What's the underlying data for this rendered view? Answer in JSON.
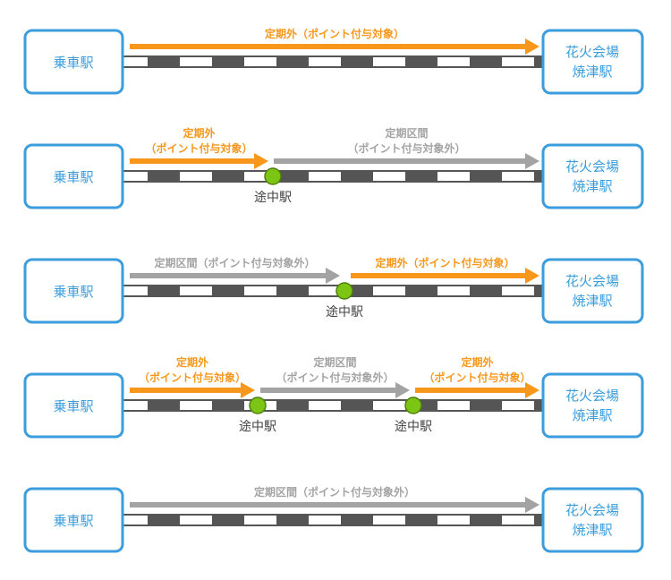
{
  "colors": {
    "box": "#3b9ddd",
    "outside": "#f7981d",
    "inside": "#a3a3a3",
    "station": "#7dc514",
    "track": "#555555"
  },
  "origin_station": "乗車駅",
  "destination_station": [
    "花火会場",
    "焼津駅"
  ],
  "intermediate_station": "途中駅",
  "rows": [
    {
      "segments": [
        {
          "kind": "outside",
          "label": [
            "定期外（ポイント付与対象）"
          ]
        }
      ]
    },
    {
      "segments": [
        {
          "kind": "outside",
          "label": [
            "定期外",
            "（ポイント付与対象）"
          ]
        },
        {
          "kind": "inside",
          "label": [
            "定期区間",
            "（ポイント付与対象外）"
          ]
        }
      ]
    },
    {
      "segments": [
        {
          "kind": "inside",
          "label": [
            "定期区間（ポイント付与対象外）"
          ]
        },
        {
          "kind": "outside",
          "label": [
            "定期外（ポイント付与対象）"
          ]
        }
      ]
    },
    {
      "segments": [
        {
          "kind": "outside",
          "label": [
            "定期外",
            "（ポイント付与対象）"
          ]
        },
        {
          "kind": "inside",
          "label": [
            "定期区間",
            "（ポイント付与対象外）"
          ]
        },
        {
          "kind": "outside",
          "label": [
            "定期外",
            "（ポイント付与対象）"
          ]
        }
      ]
    },
    {
      "segments": [
        {
          "kind": "inside",
          "label": [
            "定期区間（ポイント付与対象外）"
          ]
        }
      ]
    }
  ]
}
